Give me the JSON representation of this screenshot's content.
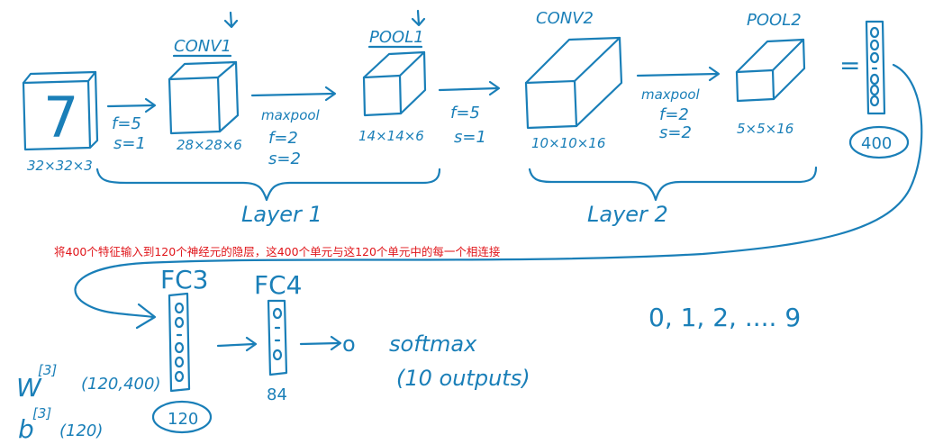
{
  "annotation": "将400个特征输入到120个神经元的隐层，这400个单元与这120个单元中的每一个相连接",
  "colors": {
    "ink": "#1a7fb8",
    "annotation": "#e0151a",
    "background": "#ffffff"
  },
  "diagram": {
    "input": {
      "digit": "7",
      "size": "32×32×3"
    },
    "step1": {
      "f": "f=5",
      "s": "s=1"
    },
    "conv1": {
      "name": "CONV1",
      "size": "28×28×6"
    },
    "step2": {
      "op": "maxpool",
      "f": "f=2",
      "s": "s=2"
    },
    "pool1": {
      "name": "POOL1",
      "size": "14×14×6"
    },
    "step3": {
      "f": "f=5",
      "s": "s=1"
    },
    "conv2": {
      "name": "CONV2",
      "size": "10×10×16"
    },
    "step4": {
      "op": "maxpool",
      "f": "f=2",
      "s": "s=2"
    },
    "pool2": {
      "name": "POOL2",
      "size": "5×5×16"
    },
    "flatten": {
      "equals": "=",
      "count": "400"
    },
    "layer1": "Layer 1",
    "layer2": "Layer 2",
    "fc3": {
      "name": "FC3",
      "count": "120"
    },
    "fc4": {
      "name": "FC4",
      "count": "84"
    },
    "output": {
      "node": "o",
      "softmax": "softmax",
      "outputs": "(10 outputs)",
      "classes": "0, 1, 2, .... 9"
    },
    "params": {
      "w_label": "W",
      "w_sup": "[3]",
      "w_shape": "(120,400)",
      "b_label": "b",
      "b_sup": "[3]",
      "b_shape": "(120)"
    }
  }
}
